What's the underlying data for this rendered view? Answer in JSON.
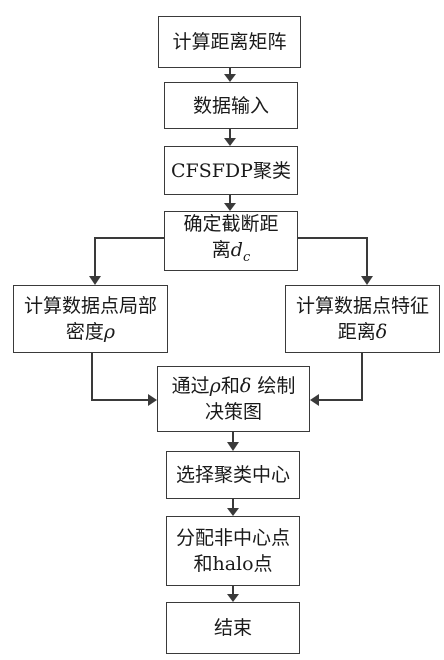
{
  "flowchart": {
    "nodes": {
      "compute_matrix": {
        "lines": [
          "计算距离矩阵"
        ]
      },
      "data_input": {
        "lines": [
          "数据输入"
        ]
      },
      "cfsfdp": {
        "lines": [
          "CFSFDP聚类"
        ]
      },
      "cutoff": {
        "line1": "确定截断距",
        "line2_prefix": "离",
        "line2_math": "d",
        "line2_sub": "c"
      },
      "local_density": {
        "line1": "计算数据点局部",
        "line2_prefix": "密度",
        "line2_math": "ρ"
      },
      "feature_distance": {
        "line1": "计算数据点特征",
        "line2_prefix": "距离",
        "line2_math": "δ"
      },
      "decision_graph": {
        "line1_a": "通过",
        "line1_rho": "ρ",
        "line1_and": "和",
        "line1_delta": "δ",
        "line1_b": " 绘制",
        "line2": "决策图"
      },
      "select_centers": {
        "lines": [
          "选择聚类中心"
        ]
      },
      "assign_points": {
        "line1": "分配非中心点",
        "line2": "和halo点"
      },
      "end": {
        "lines": [
          "结束"
        ]
      }
    }
  }
}
